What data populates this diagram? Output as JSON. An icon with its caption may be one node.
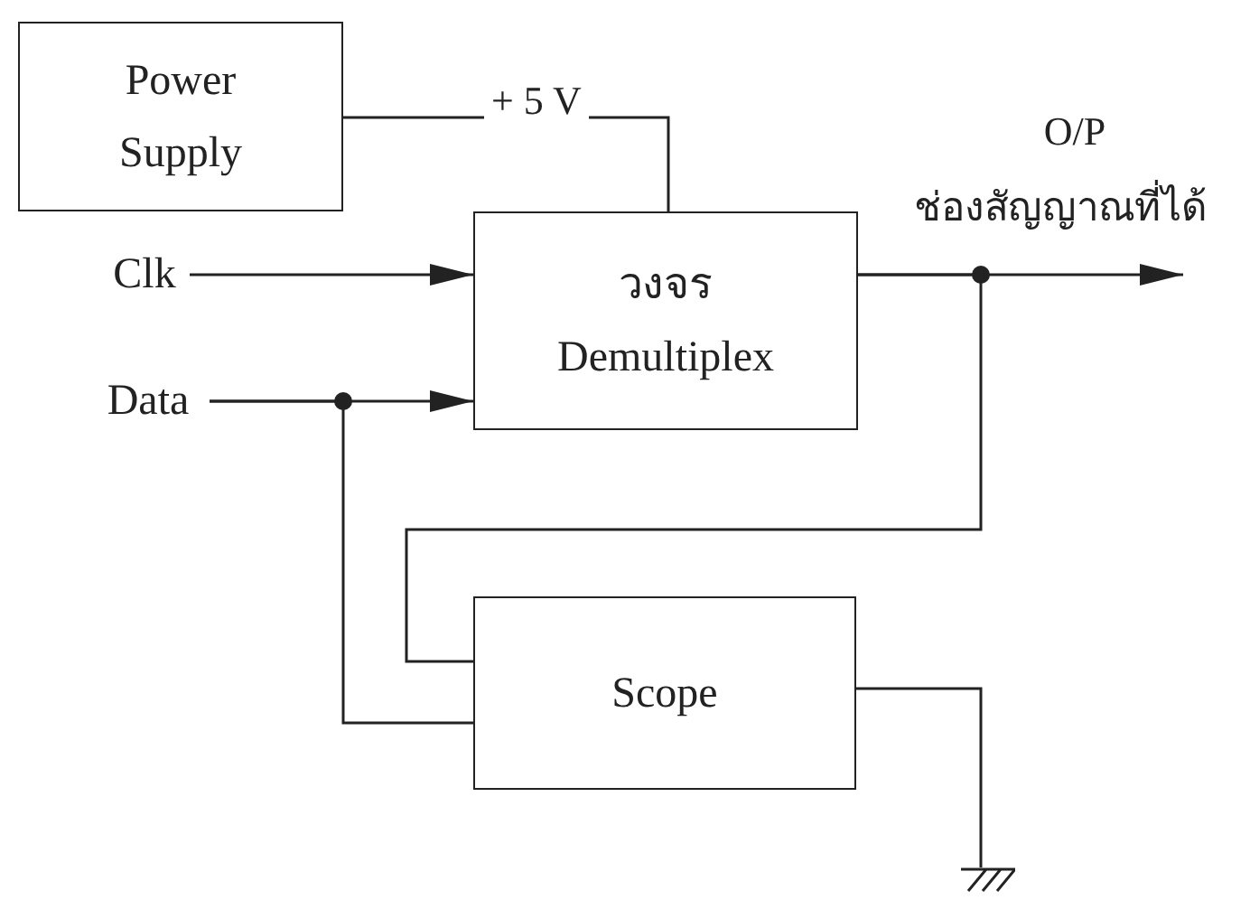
{
  "diagram": {
    "nodes": [
      {
        "text": [
          "Power",
          "Supply"
        ]
      },
      {
        "text": [
          "วงจร",
          "Demultiplex"
        ]
      },
      {
        "text": [
          "Scope"
        ]
      },
      {
        "text": [
          "Clk"
        ]
      },
      {
        "text": [
          "Data"
        ]
      },
      {
        "text": [],
        "shape": "ground"
      }
    ],
    "edges": [
      {
        "from": 0,
        "to": 1,
        "arrow": "none",
        "label": "+ 5 V"
      },
      {
        "from": 3,
        "to": 1,
        "arrow": "to"
      },
      {
        "from": 4,
        "to": 1,
        "arrow": "to"
      },
      {
        "from": 4,
        "to": 2,
        "arrow": "none"
      },
      {
        "from": 1,
        "to": null,
        "arrow": "to"
      },
      {
        "from": 1,
        "to": 2,
        "arrow": "none"
      },
      {
        "from": 2,
        "to": 5,
        "arrow": "none"
      }
    ],
    "labels": [
      "O/P",
      "ช่องสัญญาณที่ได้"
    ]
  }
}
